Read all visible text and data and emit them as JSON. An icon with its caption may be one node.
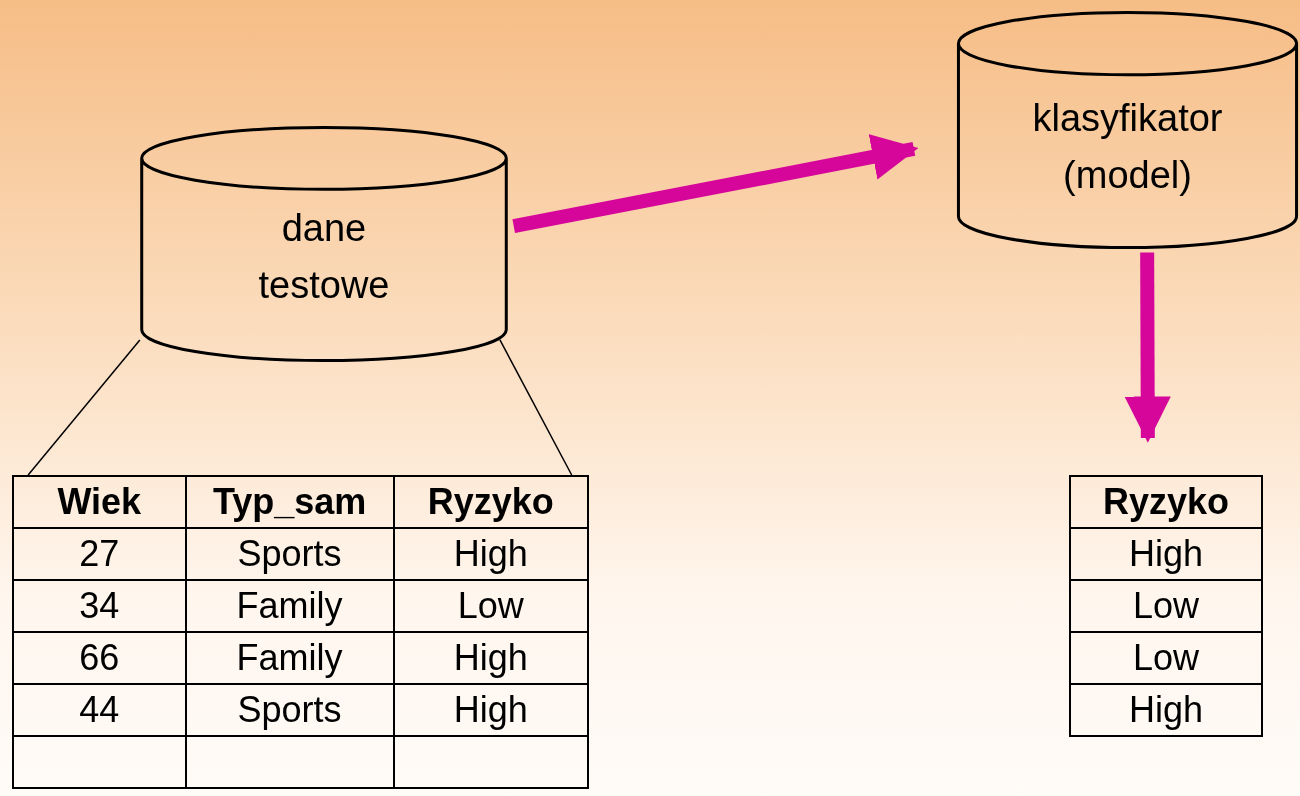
{
  "diagram": {
    "nodes": [
      {
        "text": [
          "dane testowe"
        ]
      },
      {
        "text": [
          "klasyfikator (model)"
        ]
      },
      {
        "text": [],
        "shape": "table"
      },
      {
        "text": [],
        "shape": "table"
      }
    ],
    "edges": [
      {
        "from": 0,
        "to": 1,
        "arrow": "to",
        "style": "thick",
        "color": "#d6069b"
      },
      {
        "from": 1,
        "to": 3,
        "arrow": "to",
        "style": "thick",
        "color": "#d6069b"
      },
      {
        "from": 0,
        "to": 2,
        "arrow": "none",
        "color": "#000000"
      },
      {
        "from": 0,
        "to": 2,
        "arrow": "none",
        "color": "#000000"
      }
    ],
    "labels": [
      "Wiek",
      "Typ_sam",
      "Ryzyko",
      "27",
      "Sports",
      "High",
      "34",
      "Family",
      "Low",
      "66",
      "Family",
      "High",
      "44",
      "Sports",
      "High",
      "Ryzyko",
      "High",
      "Low",
      "Low",
      "High"
    ]
  }
}
